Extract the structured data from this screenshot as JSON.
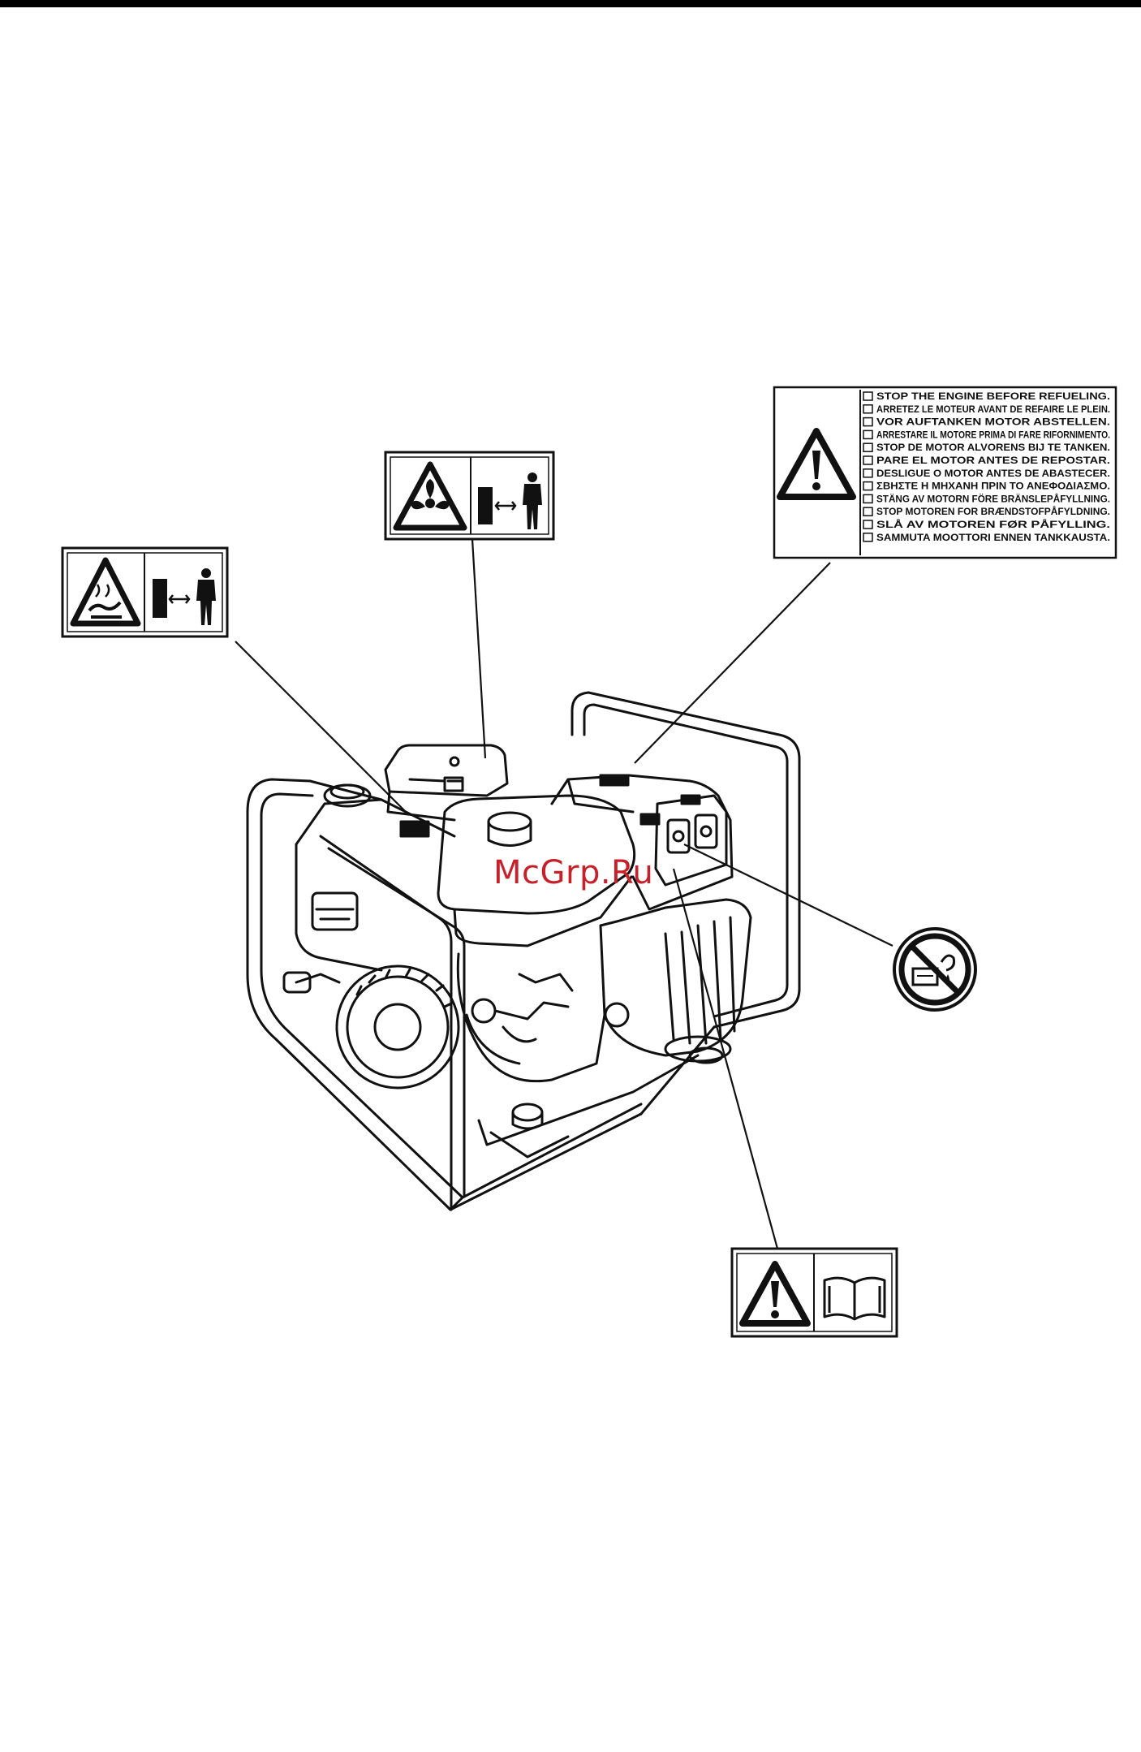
{
  "watermark": "McGrp.Ru",
  "labels": {
    "hot_surface": {
      "icons": [
        "hot-surface-warning-icon",
        "keep-distance-icon"
      ]
    },
    "rotating_parts": {
      "icons": [
        "rotating-fan-warning-icon",
        "keep-distance-icon"
      ]
    },
    "refueling": {
      "icon": "warning-triangle-icon",
      "lines": [
        "STOP THE ENGINE BEFORE REFUELING.",
        "ARRETEZ LE MOTEUR AVANT DE REFAIRE LE PLEIN.",
        "VOR AUFTANKEN MOTOR ABSTELLEN.",
        "ARRESTARE IL MOTORE PRIMA DI FARE RIFORNIMENTO.",
        "STOP DE MOTOR ALVORENS BIJ TE TANKEN.",
        "PARE EL MOTOR ANTES DE REPOSTAR.",
        "DESLIGUE O MOTOR ANTES DE ABASTECER.",
        "ΣΒΗΣΤΕ Η ΜΗΧΑΝΗ ΠΡΙΝ ΤΟ ΑΝΕΦΟΔΙΑΣΜΟ.",
        "STÄNG AV MOTORN FÖRE BRÄNSLEPÅFYLLNING.",
        "STOP MOTOREN FOR BRÆNDSTOFPÅFYLDNING.",
        "SLÅ AV MOTOREN FØR PÅFYLLING.",
        "SAMMUTA MOOTTORI ENNEN TANKKAUSTA."
      ]
    },
    "no_water": {
      "icon": "no-water-prohibition-icon"
    },
    "read_manual": {
      "icons": [
        "warning-triangle-icon",
        "read-manual-book-icon"
      ]
    }
  }
}
